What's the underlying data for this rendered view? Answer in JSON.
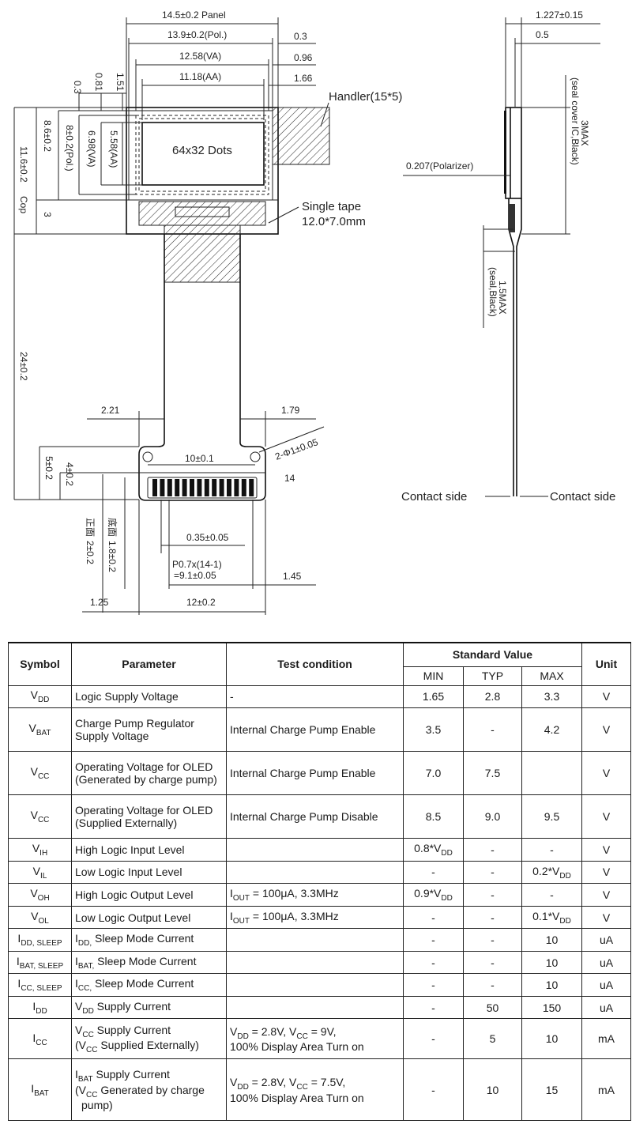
{
  "drawing": {
    "panel": "14.5±0.2  Panel",
    "pol_w": "13.9±0.2(Pol.)",
    "va_w": "12.58(VA)",
    "aa_w": "11.18(AA)",
    "r_03": "0.3",
    "r_096": "0.96",
    "r_166": "1.66",
    "t_03": "0.3",
    "t_081": "0.81",
    "t_151": "1.51",
    "handler": "Handler(15*5)",
    "dots": "64x32 Dots",
    "single_tape": "Single tape",
    "tape_size": "12.0*7.0mm",
    "h_cop": "11.6±0.2",
    "h_cop_lbl": "Cop",
    "h_86": "8.6±0.2",
    "h_pol": "8±0.2(Pol.)",
    "h_va": "6.98(VA)",
    "h_aa": "5.58(AA)",
    "h_3": "3",
    "h_24": "24±0.2",
    "d_221": "2.21",
    "d_179": "1.79",
    "hole": "2-Φ1±0.05",
    "d_10": "10±0.1",
    "pins": "14",
    "h_5": "5±0.2",
    "h_4": "4±0.2",
    "zh_front": "正面",
    "zh_back": "底面",
    "h_2": "2±0.2",
    "h_18": "1.8±0.2",
    "d_035": "0.35±0.05",
    "pitch1": "P0.7x(14-1)",
    "pitch2": "=9.1±0.05",
    "d_145": "1.45",
    "d_125": "1.25",
    "d_12": "12±0.2",
    "s_1227": "1.227±0.15",
    "s_05": "0.5",
    "s_pol": "0.207(Polarizer)",
    "s_3max": "3MAX",
    "s_seal1": "(seal cover IC,Black)",
    "s_15max": "1.5MAX",
    "s_seal2": "(seal,Black)",
    "contact_l": "Contact side",
    "contact_r": "Contact side"
  },
  "table": {
    "headers": {
      "symbol": "Symbol",
      "parameter": "Parameter",
      "test": "Test condition",
      "std": "Standard Value",
      "min": "MIN",
      "typ": "TYP",
      "max": "MAX",
      "unit": "Unit"
    },
    "rows": [
      {
        "sym": "V",
        "sub": "DD",
        "p1": "Logic Supply Voltage",
        "p2": "",
        "cond": "-",
        "min": "1.65",
        "typ": "2.8",
        "max": "3.3",
        "unit": "V"
      },
      {
        "sym": "V",
        "sub": "BAT",
        "p1": "Charge Pump Regulator",
        "p2": "Supply Voltage",
        "cond": "Internal Charge Pump Enable",
        "min": "3.5",
        "typ": "-",
        "max": "4.2",
        "unit": "V"
      },
      {
        "sym": "V",
        "sub": "CC",
        "p1": "Operating Voltage for OLED",
        "p2": "(Generated by charge pump)",
        "cond": "Internal Charge Pump Enable",
        "min": "7.0",
        "typ": "7.5",
        "max": "",
        "unit": "V"
      },
      {
        "sym": "V",
        "sub": "CC",
        "p1": "Operating Voltage for OLED",
        "p2": "(Supplied Externally)",
        "cond": "Internal Charge Pump Disable",
        "min": "8.5",
        "typ": "9.0",
        "max": "9.5",
        "unit": "V"
      },
      {
        "sym": "V",
        "sub": "IH",
        "p1": "High Logic Input Level",
        "p2": "",
        "cond": "",
        "min": "0.8*V",
        "min_sub": "DD",
        "typ": "-",
        "max": "-",
        "unit": "V"
      },
      {
        "sym": "V",
        "sub": "IL",
        "p1": "Low Logic Input Level",
        "p2": "",
        "cond": "",
        "min": "-",
        "typ": "-",
        "max": "0.2*V",
        "max_sub": "DD",
        "unit": "V"
      },
      {
        "sym": "V",
        "sub": "OH",
        "p1": "High Logic Output Level",
        "p2": "",
        "cond": "I",
        "cond_sub": "OUT",
        "cond_rest": " = 100μA, 3.3MHz",
        "min": "0.9*V",
        "min_sub": "DD",
        "typ": "-",
        "max": "-",
        "unit": "V"
      },
      {
        "sym": "V",
        "sub": "OL",
        "p1": "Low Logic Output Level",
        "p2": "",
        "cond": "I",
        "cond_sub": "OUT",
        "cond_rest": " = 100μA, 3.3MHz",
        "min": "-",
        "typ": "-",
        "max": "0.1*V",
        "max_sub": "DD",
        "unit": "V"
      },
      {
        "sym": "I",
        "sub": "DD, SLEEP",
        "p1": "I",
        "p1_sub": "DD,",
        "p1_rest": " Sleep Mode Current",
        "p2": "",
        "cond": "",
        "min": "-",
        "typ": "-",
        "max": "10",
        "unit": "uA"
      },
      {
        "sym": "I",
        "sub": "BAT, SLEEP",
        "p1": "I",
        "p1_sub": "BAT,",
        "p1_rest": " Sleep Mode Current",
        "p2": "",
        "cond": "",
        "min": "-",
        "typ": "-",
        "max": "10",
        "unit": "uA"
      },
      {
        "sym": "I",
        "sub": "CC, SLEEP",
        "p1": "I",
        "p1_sub": "CC,",
        "p1_rest": " Sleep Mode Current",
        "p2": "",
        "cond": "",
        "min": "-",
        "typ": "-",
        "max": "10",
        "unit": "uA"
      },
      {
        "sym": "I",
        "sub": "DD",
        "p1": "V",
        "p1_sub": "DD",
        "p1_rest": " Supply Current",
        "p2": "",
        "cond": "",
        "min": "-",
        "typ": "50",
        "max": "150",
        "unit": "uA"
      },
      {
        "sym": "I",
        "sub": "CC",
        "p1": "V",
        "p1_sub": "CC",
        "p1_rest": " Supply Current",
        "p2a": "(V",
        "p2a_sub": "CC",
        "p2a_rest": " Supplied Externally)",
        "cond": "V",
        "cond_sub": "DD",
        "cond_rest": " = 2.8V, V",
        "cond_sub2": "CC",
        "cond_rest2": " = 9V,",
        "cond2": "100% Display Area Turn on",
        "min": "-",
        "typ": "5",
        "max": "10",
        "unit": "mA"
      },
      {
        "sym": "I",
        "sub": "BAT",
        "p1": "I",
        "p1_sub": "BAT",
        "p1_rest": " Supply Current",
        "p2a": "(V",
        "p2a_sub": "CC",
        "p2a_rest": " Generated by charge",
        "p3": "pump)",
        "cond": "V",
        "cond_sub": "DD",
        "cond_rest": " = 2.8V, V",
        "cond_sub2": "CC",
        "cond_rest2": " = 7.5V,",
        "cond2": "100% Display Area Turn on",
        "min": "-",
        "typ": "10",
        "max": "15",
        "unit": "mA"
      }
    ]
  }
}
